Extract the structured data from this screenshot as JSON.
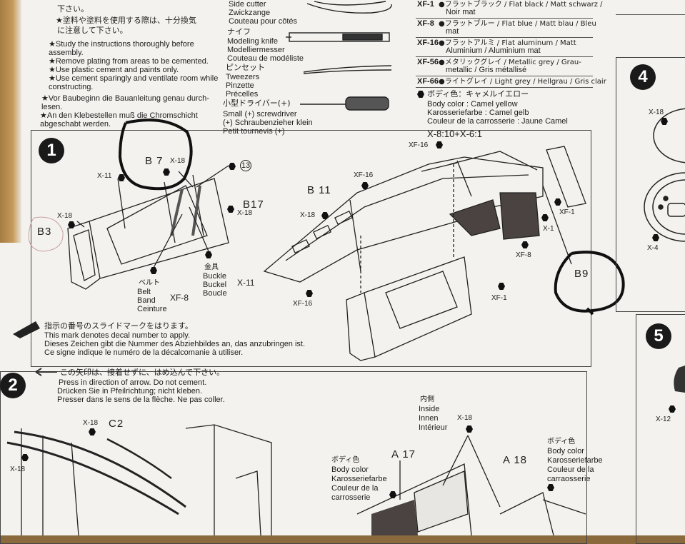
{
  "intro": {
    "jp_lines": [
      "下さい。",
      "★塗料や塗料を使用する際は、十分換気",
      "に注意して下さい。"
    ],
    "en_lines": [
      "★Study the instructions thoroughly before",
      "assembly.",
      "★Remove plating from areas to be cemented.",
      "★Use plastic cement and paints only.",
      "★Use cement sparingly and ventilate room while",
      "constructing."
    ],
    "de_lines": [
      "★Vor Baubeginn die Bauanleitung genau durch-",
      "lesen.",
      "★An den Klebestellen muß die Chromschicht",
      "abgeschabt werden."
    ]
  },
  "tools": [
    {
      "jp": "",
      "lines": [
        "Side cutter",
        "Zwickzange",
        "Couteau pour côtés"
      ]
    },
    {
      "jp": "ナイフ",
      "lines": [
        "Modeling knife",
        "Modelliermesser",
        "Couteau de modéliste"
      ]
    },
    {
      "jp": "ピンセット",
      "lines": [
        "Tweezers",
        "Pinzette",
        "Précelles"
      ]
    },
    {
      "jp": "小型ドライバー(+)",
      "lines": [
        "Small (+) screwdriver",
        "(+) Schraubenzieher klein",
        "Petit tournevis (+)"
      ]
    }
  ],
  "paints": [
    {
      "code": "XF-1",
      "name": "●フラットブラック / Flat black / Matt schwarz /",
      "name2": "Noir mat"
    },
    {
      "code": "XF-8",
      "name": "●フラットブルー / Flat blue / Matt blau / Bleu",
      "name2": "mat"
    },
    {
      "code": "XF-16",
      "name": "●フラットアルミ / Flat aluminum / Matt",
      "name2": "Aluminium / Aluminium mat"
    },
    {
      "code": "XF-56",
      "name": "●メタリックグレイ / Metallic grey / Grau-",
      "name2": "metallic / Gris métallisé"
    },
    {
      "code": "XF-66",
      "name": "●ライトグレイ / Light grey / Hellgrau / Gris clair",
      "name2": ""
    }
  ],
  "body_color": {
    "jp": "ボディ色：キャメルイエロー",
    "lines": [
      "Body color : Camel yellow",
      "Karosseriefarbe : Camel gelb",
      "Couleur de la carrosserie : Jaune Camel"
    ],
    "mix": "X-8:10+X-6:1"
  },
  "step1": {
    "num": "1",
    "labels": {
      "b7": "B 7",
      "b3": "B3",
      "b17": "B17",
      "b11": "B 11",
      "b9": "B9",
      "decal": "13"
    },
    "codes": {
      "x11a": "X-11",
      "x18a": "X-18",
      "x18b": "X-18",
      "x18c": "X-18",
      "x18d": "X-18",
      "xf16a": "XF-16",
      "xf16b": "XF-16",
      "xf16c": "XF-16",
      "xf1a": "XF-1",
      "xf1b": "XF-1",
      "x1": "X-1",
      "xf8": "XF-8"
    },
    "belt": {
      "jp": "ベルト",
      "lines": [
        "Belt",
        "Band",
        "Ceinture"
      ],
      "code": "XF-8"
    },
    "buckle": {
      "jp": "金具",
      "lines": [
        "Buckle",
        "Buckel",
        "Boucle"
      ],
      "code": "X-11"
    },
    "note_jp": "指示の番号のスライドマークをはります。",
    "note_lines": [
      "This mark denotes decal number to apply.",
      "Dieses Zeichen gibt die Nummer des Abziehbildes an, das anzubringen ist.",
      "Ce signe indique le numéro de la décalcomanie à utiliser."
    ]
  },
  "step2": {
    "num": "2",
    "arrow_jp": "この矢印は、接着せずに、はめ込んで下さい。",
    "arrow_lines": [
      "Press in direction of arrow. Do not cement.",
      "Drücken Sie in Pfeilrichtung; nicht kleben.",
      "Presser dans le sens de la flèche. Ne pas coller."
    ],
    "labels": {
      "c2": "C2",
      "a17": "A 17",
      "a18": "A 18",
      "x18a": "X-18",
      "x18b": "X-18",
      "x18c": "X-18"
    },
    "inside": {
      "jp": "内側",
      "lines": [
        "Inside",
        "Innen",
        "Intérieur"
      ]
    },
    "bodycol_a": {
      "jp": "ボディ色",
      "lines": [
        "Body color",
        "Karosseriefarbe",
        "Couleur de la",
        "carrosserie"
      ]
    },
    "bodycol_b": {
      "jp": "ボディ色",
      "lines": [
        "Body color",
        "Karosseriefarbe",
        "Couleur de la",
        "carraosserie"
      ]
    }
  },
  "step4": {
    "num": "4",
    "x18": "X-18",
    "x4": "X-4"
  },
  "step5": {
    "num": "5",
    "x12": "X-12"
  }
}
